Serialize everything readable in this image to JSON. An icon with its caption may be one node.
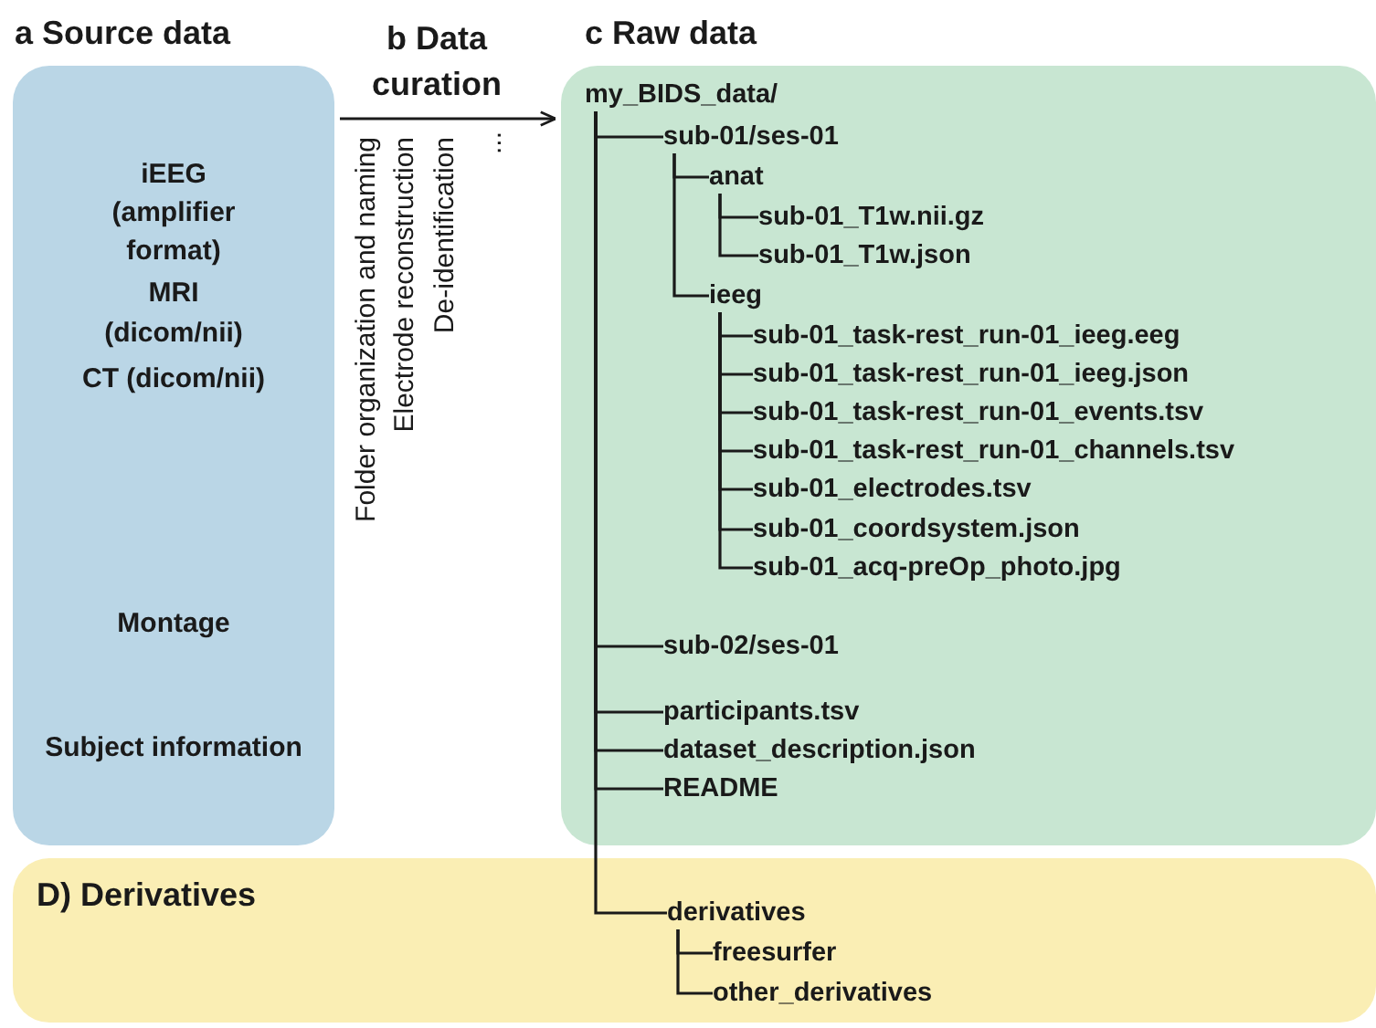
{
  "diagram": {
    "nodes": [
      {
        "text": [
          "a Source data",
          "iEEG (amplifier format)",
          "MRI (dicom/nii)",
          "CT (dicom/nii)",
          "Montage",
          "Subject information"
        ]
      },
      {
        "text": [
          "c Raw data"
        ]
      },
      {
        "text": [
          "my_BIDS_data/"
        ],
        "in": 1
      },
      {
        "text": [
          "sub-01/ses-01"
        ],
        "in": 1
      },
      {
        "text": [
          "anat"
        ],
        "in": 1
      },
      {
        "text": [
          "sub-01_T1w.nii.gz"
        ],
        "in": 1
      },
      {
        "text": [
          "sub-01_T1w.json"
        ],
        "in": 1
      },
      {
        "text": [
          "ieeg"
        ],
        "in": 1
      },
      {
        "text": [
          "sub-01_task-rest_run-01_ieeg.eeg"
        ],
        "in": 1
      },
      {
        "text": [
          "sub-01_task-rest_run-01_ieeg.json"
        ],
        "in": 1
      },
      {
        "text": [
          "sub-01_task-rest_run-01_events.tsv"
        ],
        "in": 1
      },
      {
        "text": [
          "sub-01_task-rest_run-01_channels.tsv"
        ],
        "in": 1
      },
      {
        "text": [
          "sub-01_electrodes.tsv"
        ],
        "in": 1
      },
      {
        "text": [
          "sub-01_coordsystem.json"
        ],
        "in": 1
      },
      {
        "text": [
          "sub-01_acq-preOp_photo.jpg"
        ],
        "in": 1
      },
      {
        "text": [
          "sub-02/ses-01"
        ],
        "in": 1
      },
      {
        "text": [
          "participants.tsv"
        ],
        "in": 1
      },
      {
        "text": [
          "dataset_description.json"
        ],
        "in": 1
      },
      {
        "text": [
          "README"
        ],
        "in": 1
      },
      {
        "text": [
          "D) Derivatives"
        ]
      },
      {
        "text": [
          "derivatives"
        ],
        "in": 19
      },
      {
        "text": [
          "freesurfer"
        ],
        "in": 19
      },
      {
        "text": [
          "other_derivatives"
        ],
        "in": 19
      }
    ],
    "edges": [
      {
        "from": 0,
        "to": 1,
        "arrow": "to"
      },
      {
        "from": 2,
        "to": 3,
        "arrow": "none"
      },
      {
        "from": 3,
        "to": 4,
        "arrow": "none"
      },
      {
        "from": 4,
        "to": 5,
        "arrow": "none"
      },
      {
        "from": 4,
        "to": 6,
        "arrow": "none"
      },
      {
        "from": 3,
        "to": 7,
        "arrow": "none"
      },
      {
        "from": 7,
        "to": 8,
        "arrow": "none"
      },
      {
        "from": 7,
        "to": 9,
        "arrow": "none"
      },
      {
        "from": 7,
        "to": 10,
        "arrow": "none"
      },
      {
        "from": 7,
        "to": 11,
        "arrow": "none"
      },
      {
        "from": 7,
        "to": 12,
        "arrow": "none"
      },
      {
        "from": 7,
        "to": 13,
        "arrow": "none"
      },
      {
        "from": 7,
        "to": 14,
        "arrow": "none"
      },
      {
        "from": 2,
        "to": 15,
        "arrow": "none"
      },
      {
        "from": 2,
        "to": 16,
        "arrow": "none"
      },
      {
        "from": 2,
        "to": 17,
        "arrow": "none"
      },
      {
        "from": 2,
        "to": 18,
        "arrow": "none"
      },
      {
        "from": 2,
        "to": 20,
        "arrow": "none"
      },
      {
        "from": 20,
        "to": 21,
        "arrow": "none"
      },
      {
        "from": 20,
        "to": 22,
        "arrow": "none"
      }
    ],
    "labels": [
      "b Data curation",
      "Folder organization and naming",
      "Electrode reconstruction",
      "De-identification",
      "..."
    ]
  }
}
